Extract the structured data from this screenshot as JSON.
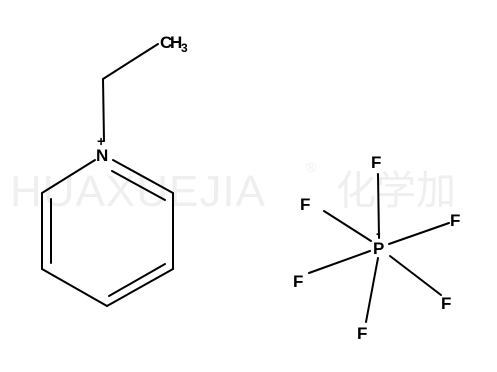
{
  "watermark": {
    "latin": "HUAXUEJIA",
    "registered": "®",
    "cjk": "化学加"
  },
  "cation": {
    "nitrogen": "N",
    "nitrogen_charge": "+",
    "methyl_c": "C",
    "methyl_h": "H",
    "methyl_count": "3"
  },
  "anion": {
    "phosphorus": "P",
    "phosphorus_charge": "-",
    "fluorines": [
      "F",
      "F",
      "F",
      "F",
      "F",
      "F"
    ]
  }
}
